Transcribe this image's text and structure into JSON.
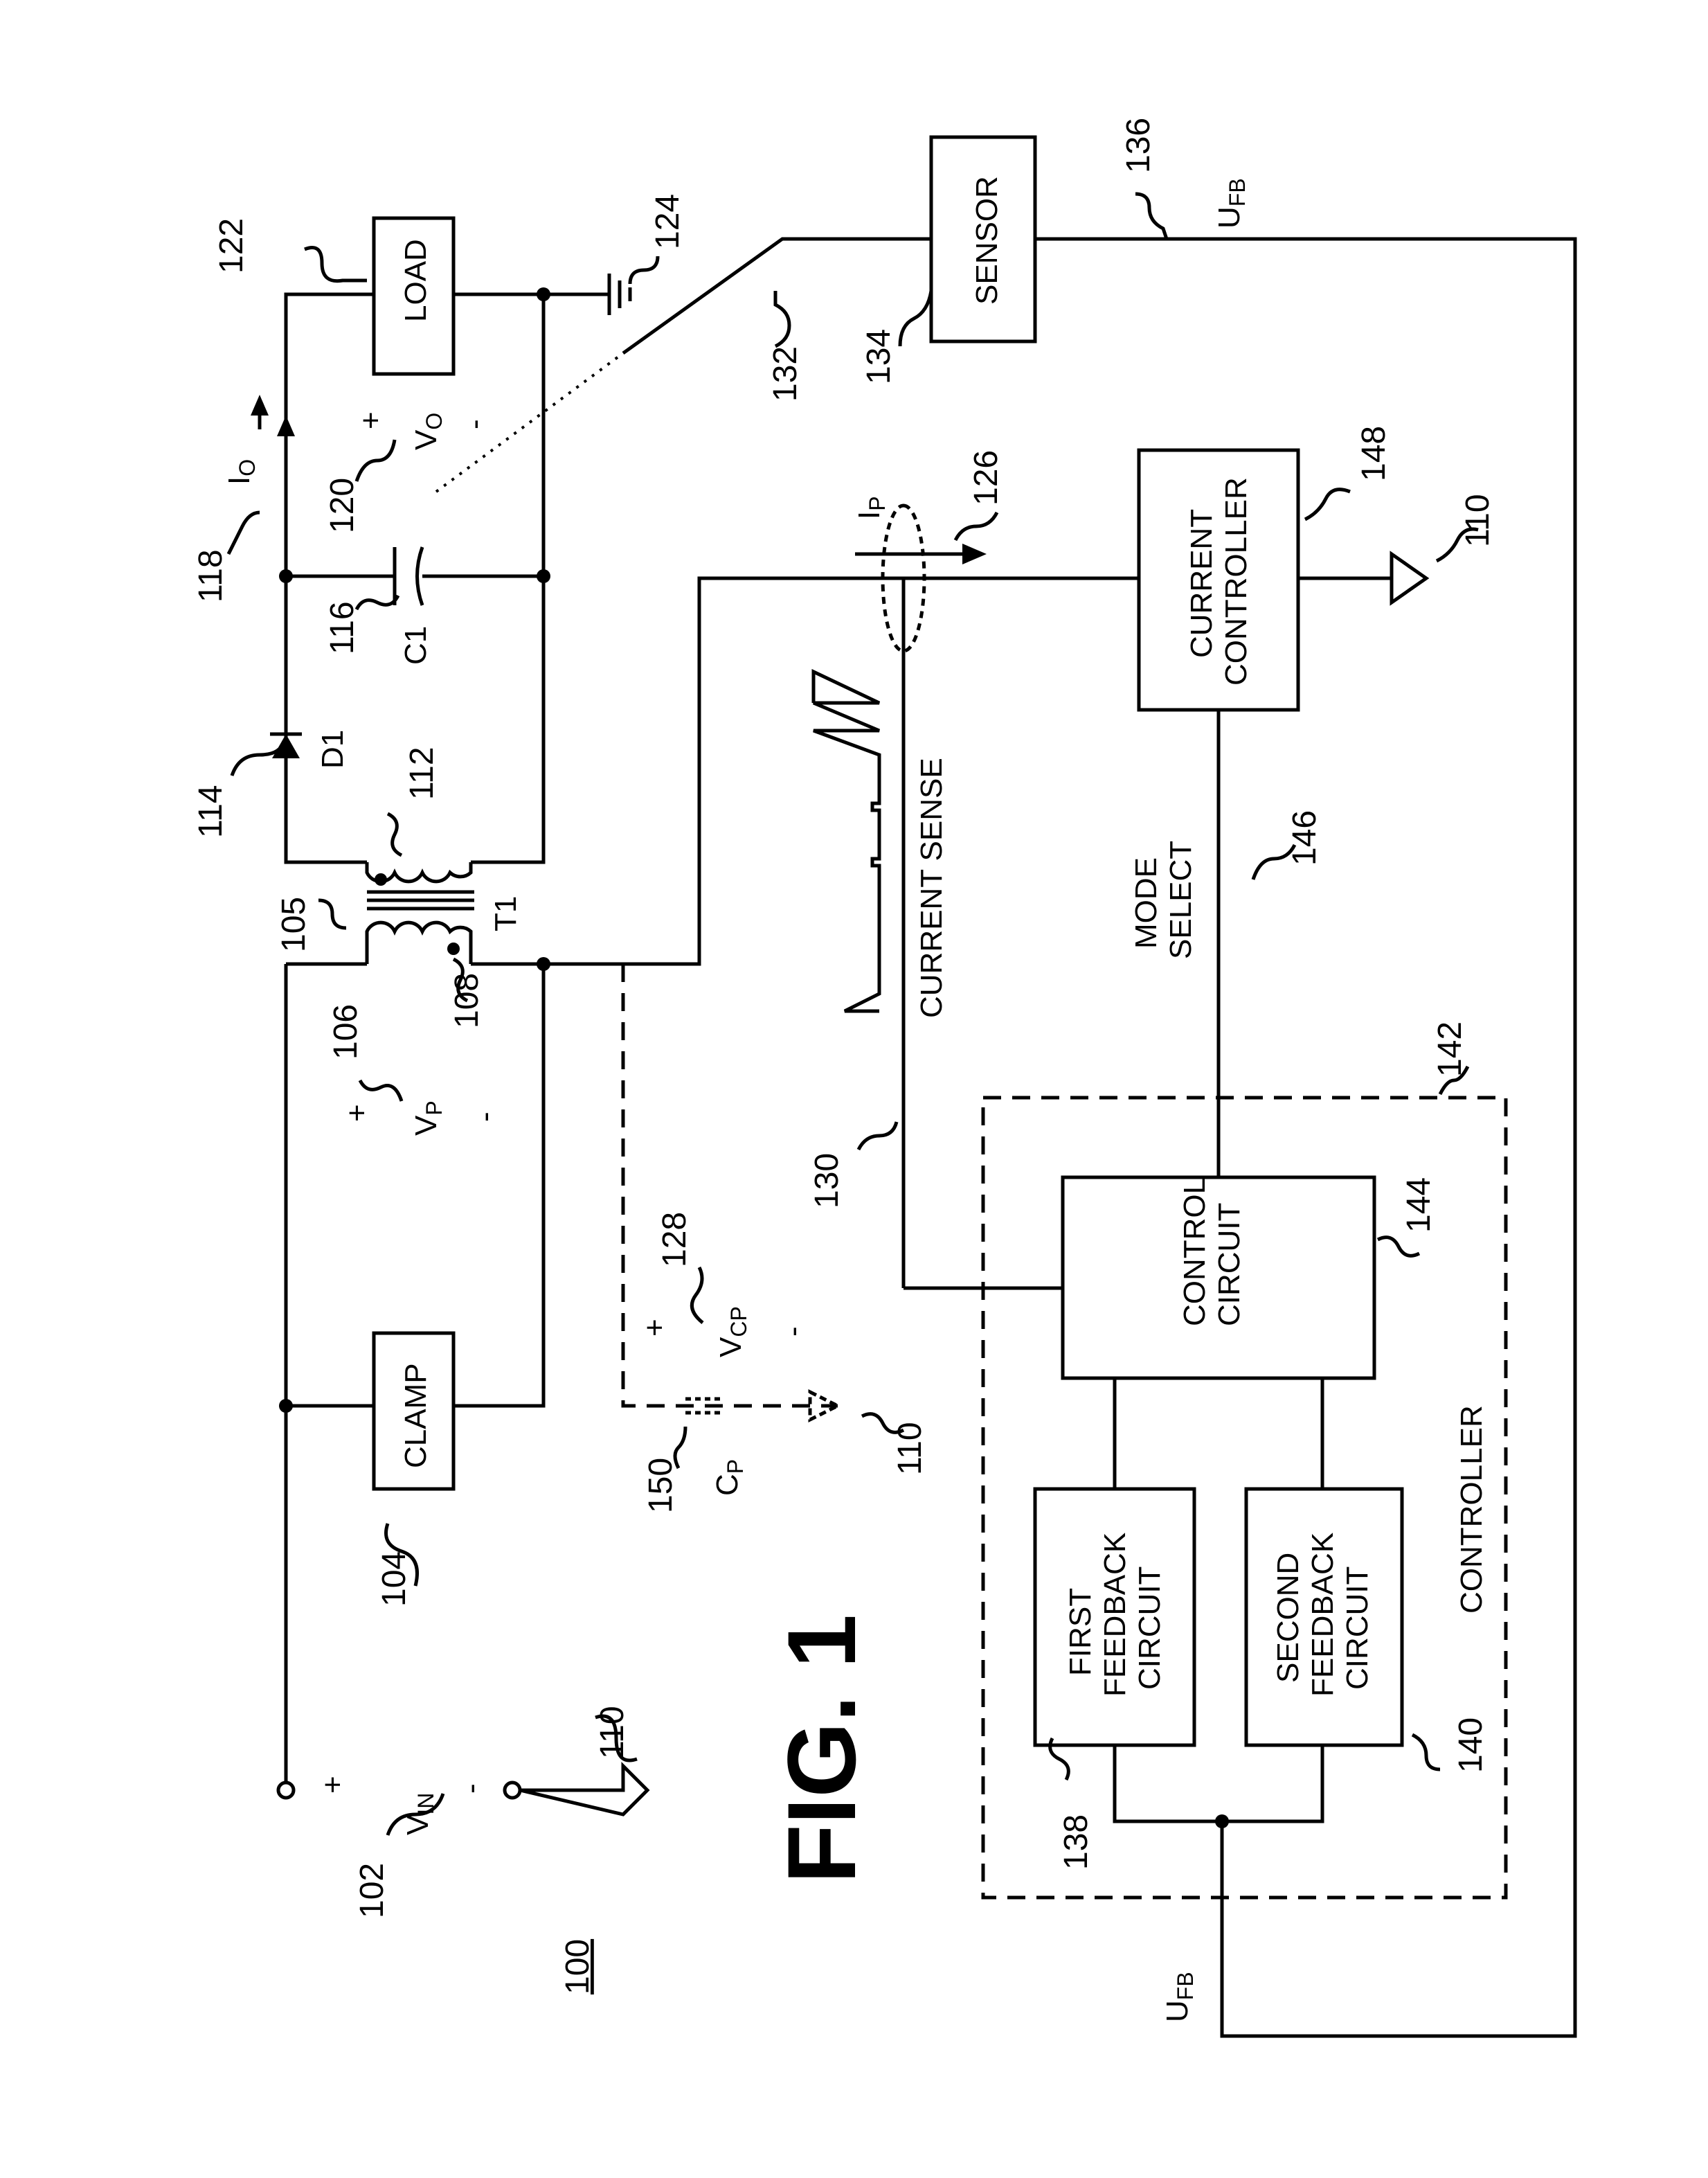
{
  "figure": {
    "title": "FIG. 1",
    "ref_number": "100"
  },
  "blocks": {
    "clamp": "CLAMP",
    "load": "LOAD",
    "sensor": "SENSOR",
    "current_controller": [
      "CURRENT",
      "CONTROLLER"
    ],
    "control_circuit": [
      "CONTROL",
      "CIRCUIT"
    ],
    "first_feedback": [
      "FIRST",
      "FEEDBACK",
      "CIRCUIT"
    ],
    "second_feedback": [
      "SECOND",
      "FEEDBACK",
      "CIRCUIT"
    ],
    "controller": "CONTROLLER"
  },
  "signals": {
    "vin": {
      "main": "V",
      "sub": "IN"
    },
    "vp": {
      "main": "V",
      "sub": "P"
    },
    "vo": {
      "main": "V",
      "sub": "O"
    },
    "vcp": {
      "main": "V",
      "sub": "CP"
    },
    "cp": {
      "main": "C",
      "sub": "P"
    },
    "io": {
      "main": "I",
      "sub": "O"
    },
    "ip": {
      "main": "I",
      "sub": "P"
    },
    "ufb": {
      "main": "U",
      "sub": "FB"
    },
    "plus": "+",
    "minus": "-",
    "d1": "D1",
    "c1": "C1",
    "t1": "T1",
    "current_sense": "CURRENT SENSE",
    "mode_select": [
      "MODE",
      "SELECT"
    ]
  },
  "refs": {
    "r102": "102",
    "r104": "104",
    "r105": "105",
    "r106": "106",
    "r108": "108",
    "r110": "110",
    "r112": "112",
    "r114": "114",
    "r116": "116",
    "r118": "118",
    "r120": "120",
    "r122": "122",
    "r124": "124",
    "r126": "126",
    "r128": "128",
    "r130": "130",
    "r132": "132",
    "r134": "134",
    "r136": "136",
    "r138": "138",
    "r140": "140",
    "r142": "142",
    "r144": "144",
    "r146": "146",
    "r148": "148",
    "r150": "150"
  }
}
